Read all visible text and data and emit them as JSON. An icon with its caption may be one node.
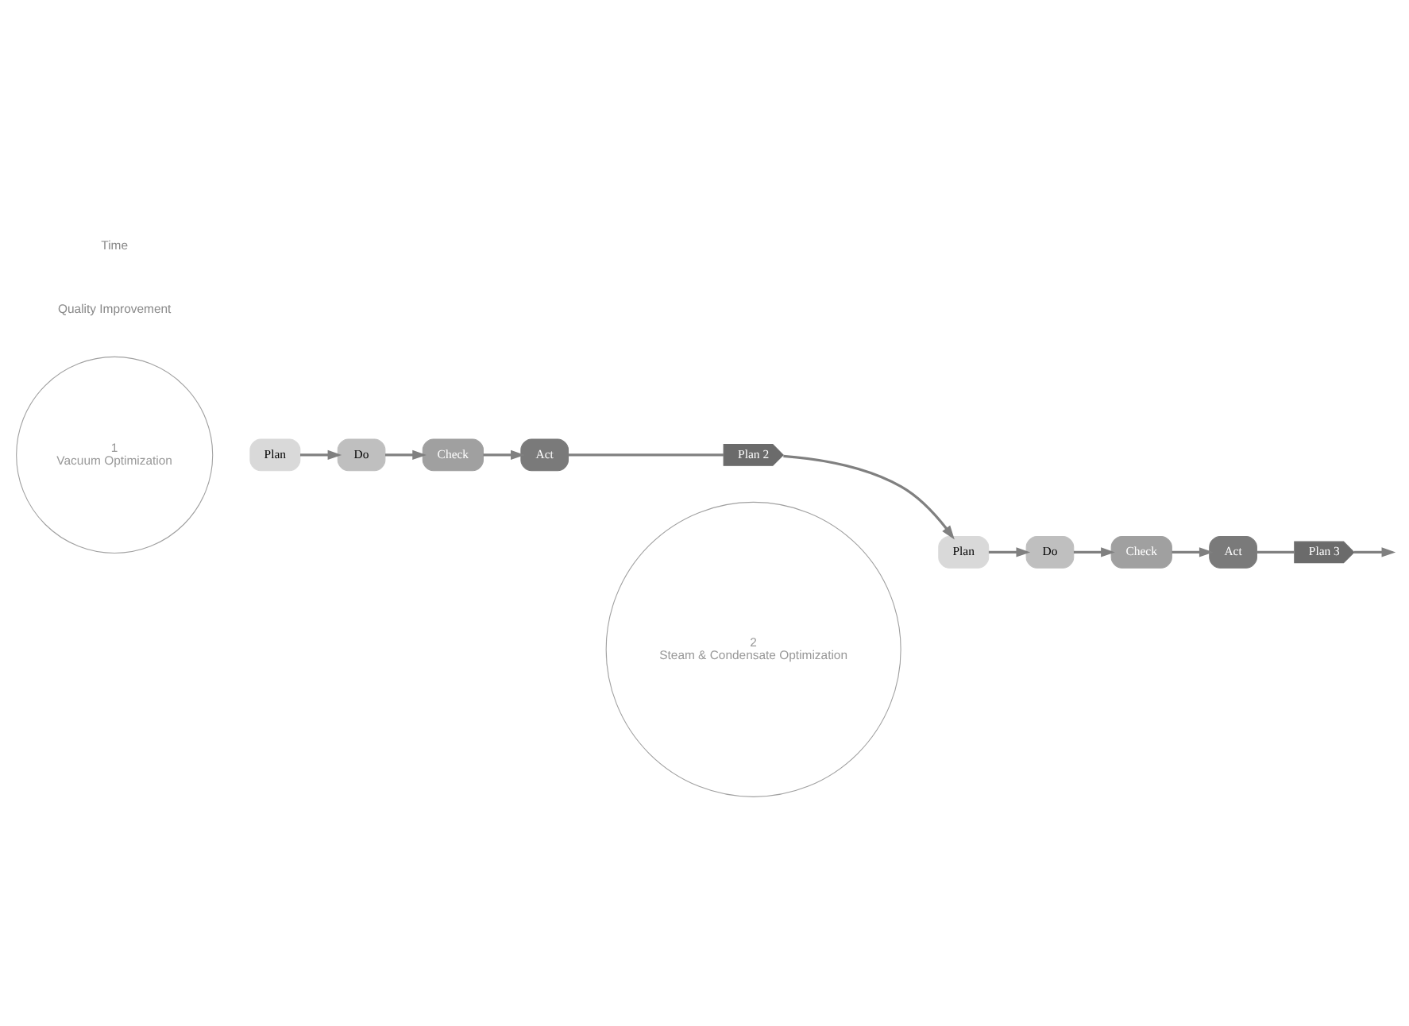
{
  "diagram": {
    "nodes": [
      {
        "text": [
          "1",
          "Vacuum Optimization"
        ]
      },
      {
        "text": [
          "Plan"
        ]
      },
      {
        "text": [
          "Do"
        ]
      },
      {
        "text": [
          "Check"
        ]
      },
      {
        "text": [
          "Act"
        ]
      },
      {
        "text": [
          "Plan 2"
        ]
      },
      {
        "text": [
          "2",
          "Steam & Condensate Optimization"
        ]
      },
      {
        "text": [
          "Plan"
        ]
      },
      {
        "text": [
          "Do"
        ]
      },
      {
        "text": [
          "Check"
        ]
      },
      {
        "text": [
          "Act"
        ]
      },
      {
        "text": [
          "Plan 3"
        ]
      }
    ],
    "edges": [
      {
        "from": 1,
        "to": 2,
        "arrow": "to"
      },
      {
        "from": 2,
        "to": 3,
        "arrow": "to"
      },
      {
        "from": 3,
        "to": 4,
        "arrow": "to"
      },
      {
        "from": 4,
        "to": 5,
        "arrow": "none"
      },
      {
        "from": 5,
        "to": 7,
        "arrow": "to"
      },
      {
        "from": 7,
        "to": 8,
        "arrow": "to"
      },
      {
        "from": 8,
        "to": 9,
        "arrow": "to"
      },
      {
        "from": 9,
        "to": 10,
        "arrow": "to"
      },
      {
        "from": 10,
        "to": 11,
        "arrow": "none"
      },
      {
        "from": 11,
        "to": null,
        "arrow": "to"
      }
    ],
    "labels": [
      "Quality Improvement",
      "Time"
    ]
  }
}
